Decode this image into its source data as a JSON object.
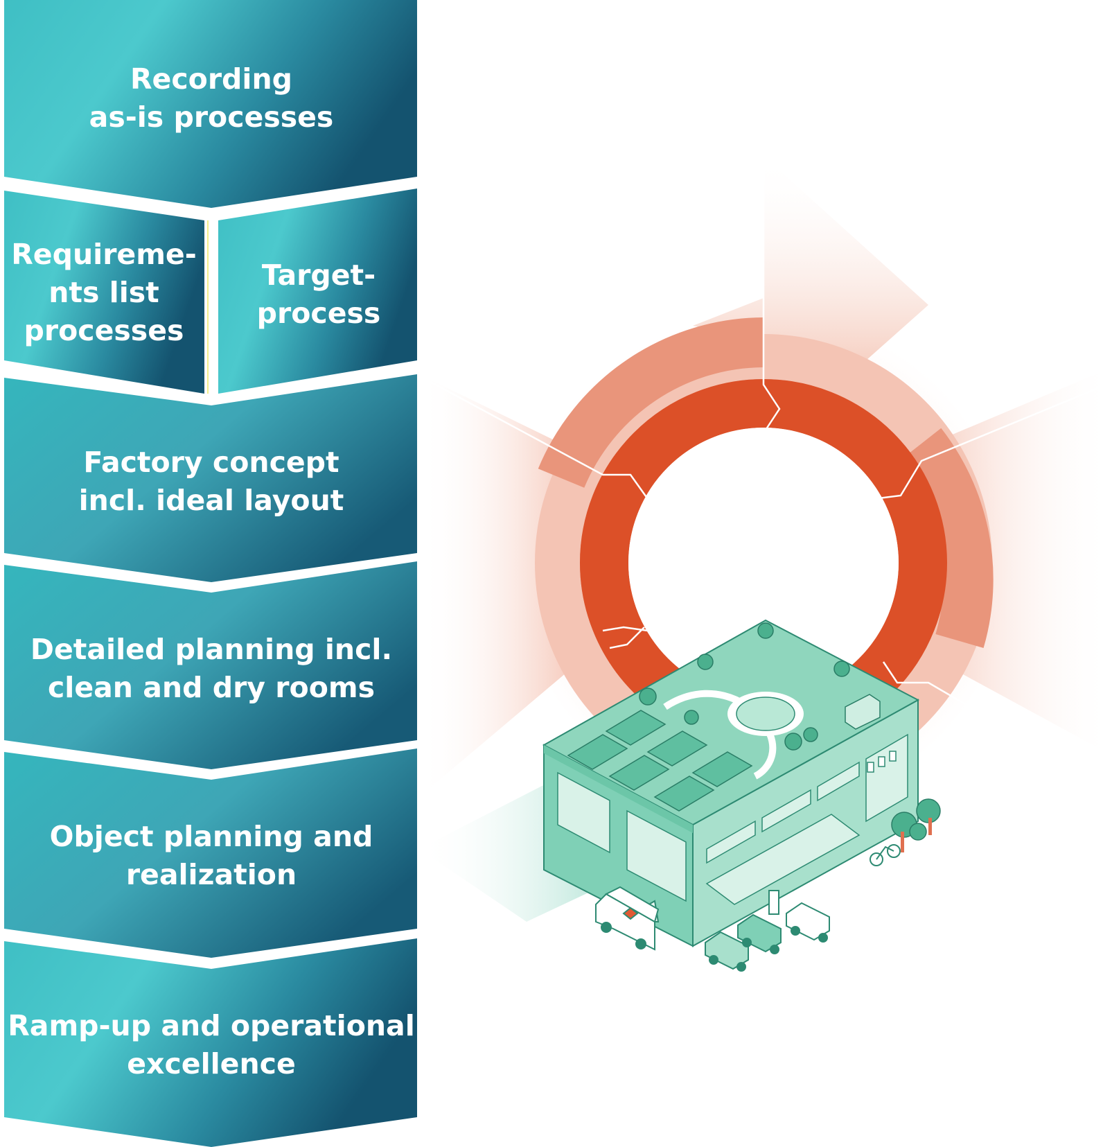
{
  "colors": {
    "teal_light": "#4cc4c8",
    "teal_dark": "#14536f",
    "ring_red": "#dc5028",
    "ring_pink_mid": "#e8967c",
    "ring_pink_light": "#f6c8b8",
    "building_green": "#5fbfa0"
  },
  "steps": [
    {
      "id": "1",
      "label": "Recording\nas-is processes"
    },
    {
      "id": "2a",
      "label": "Requireme-\nnts list\nprocesses"
    },
    {
      "id": "2b",
      "label": "Target-\nprocess"
    },
    {
      "id": "3",
      "label": "Factory concept\nincl. ideal layout"
    },
    {
      "id": "4",
      "label": "Detailed planning incl.\nclean and dry rooms"
    },
    {
      "id": "5",
      "label": "Object planning and\nrealization"
    },
    {
      "id": "6",
      "label": "Ramp-up and operational\nexcellence"
    }
  ],
  "illustration": {
    "ring_segments": 5,
    "scene": "factory-building-icon"
  }
}
